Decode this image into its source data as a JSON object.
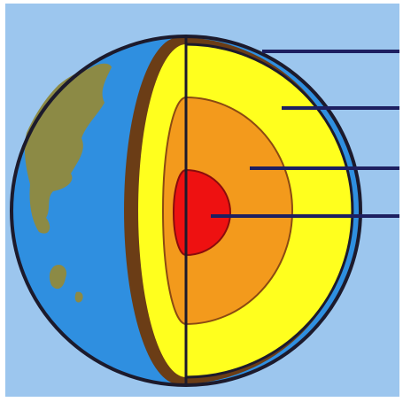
{
  "diagram": {
    "subject": "earth-interior-cutaway",
    "layers": [
      {
        "id": "crust",
        "color": "#6b3d16"
      },
      {
        "id": "mantle",
        "color": "#ffff1e"
      },
      {
        "id": "outer-core",
        "color": "#f39a1c"
      },
      {
        "id": "inner-core",
        "color": "#ee1111"
      }
    ],
    "leader_lines": [
      {
        "points_to": "crust"
      },
      {
        "points_to": "mantle"
      },
      {
        "points_to": "outer-core"
      },
      {
        "points_to": "inner-core"
      }
    ]
  },
  "colors": {
    "background": "#9cc6ee",
    "ocean": "#2f8fe0",
    "land": "#8c8a45",
    "outline": "#1c1a2c",
    "line": "#1d1f60"
  }
}
